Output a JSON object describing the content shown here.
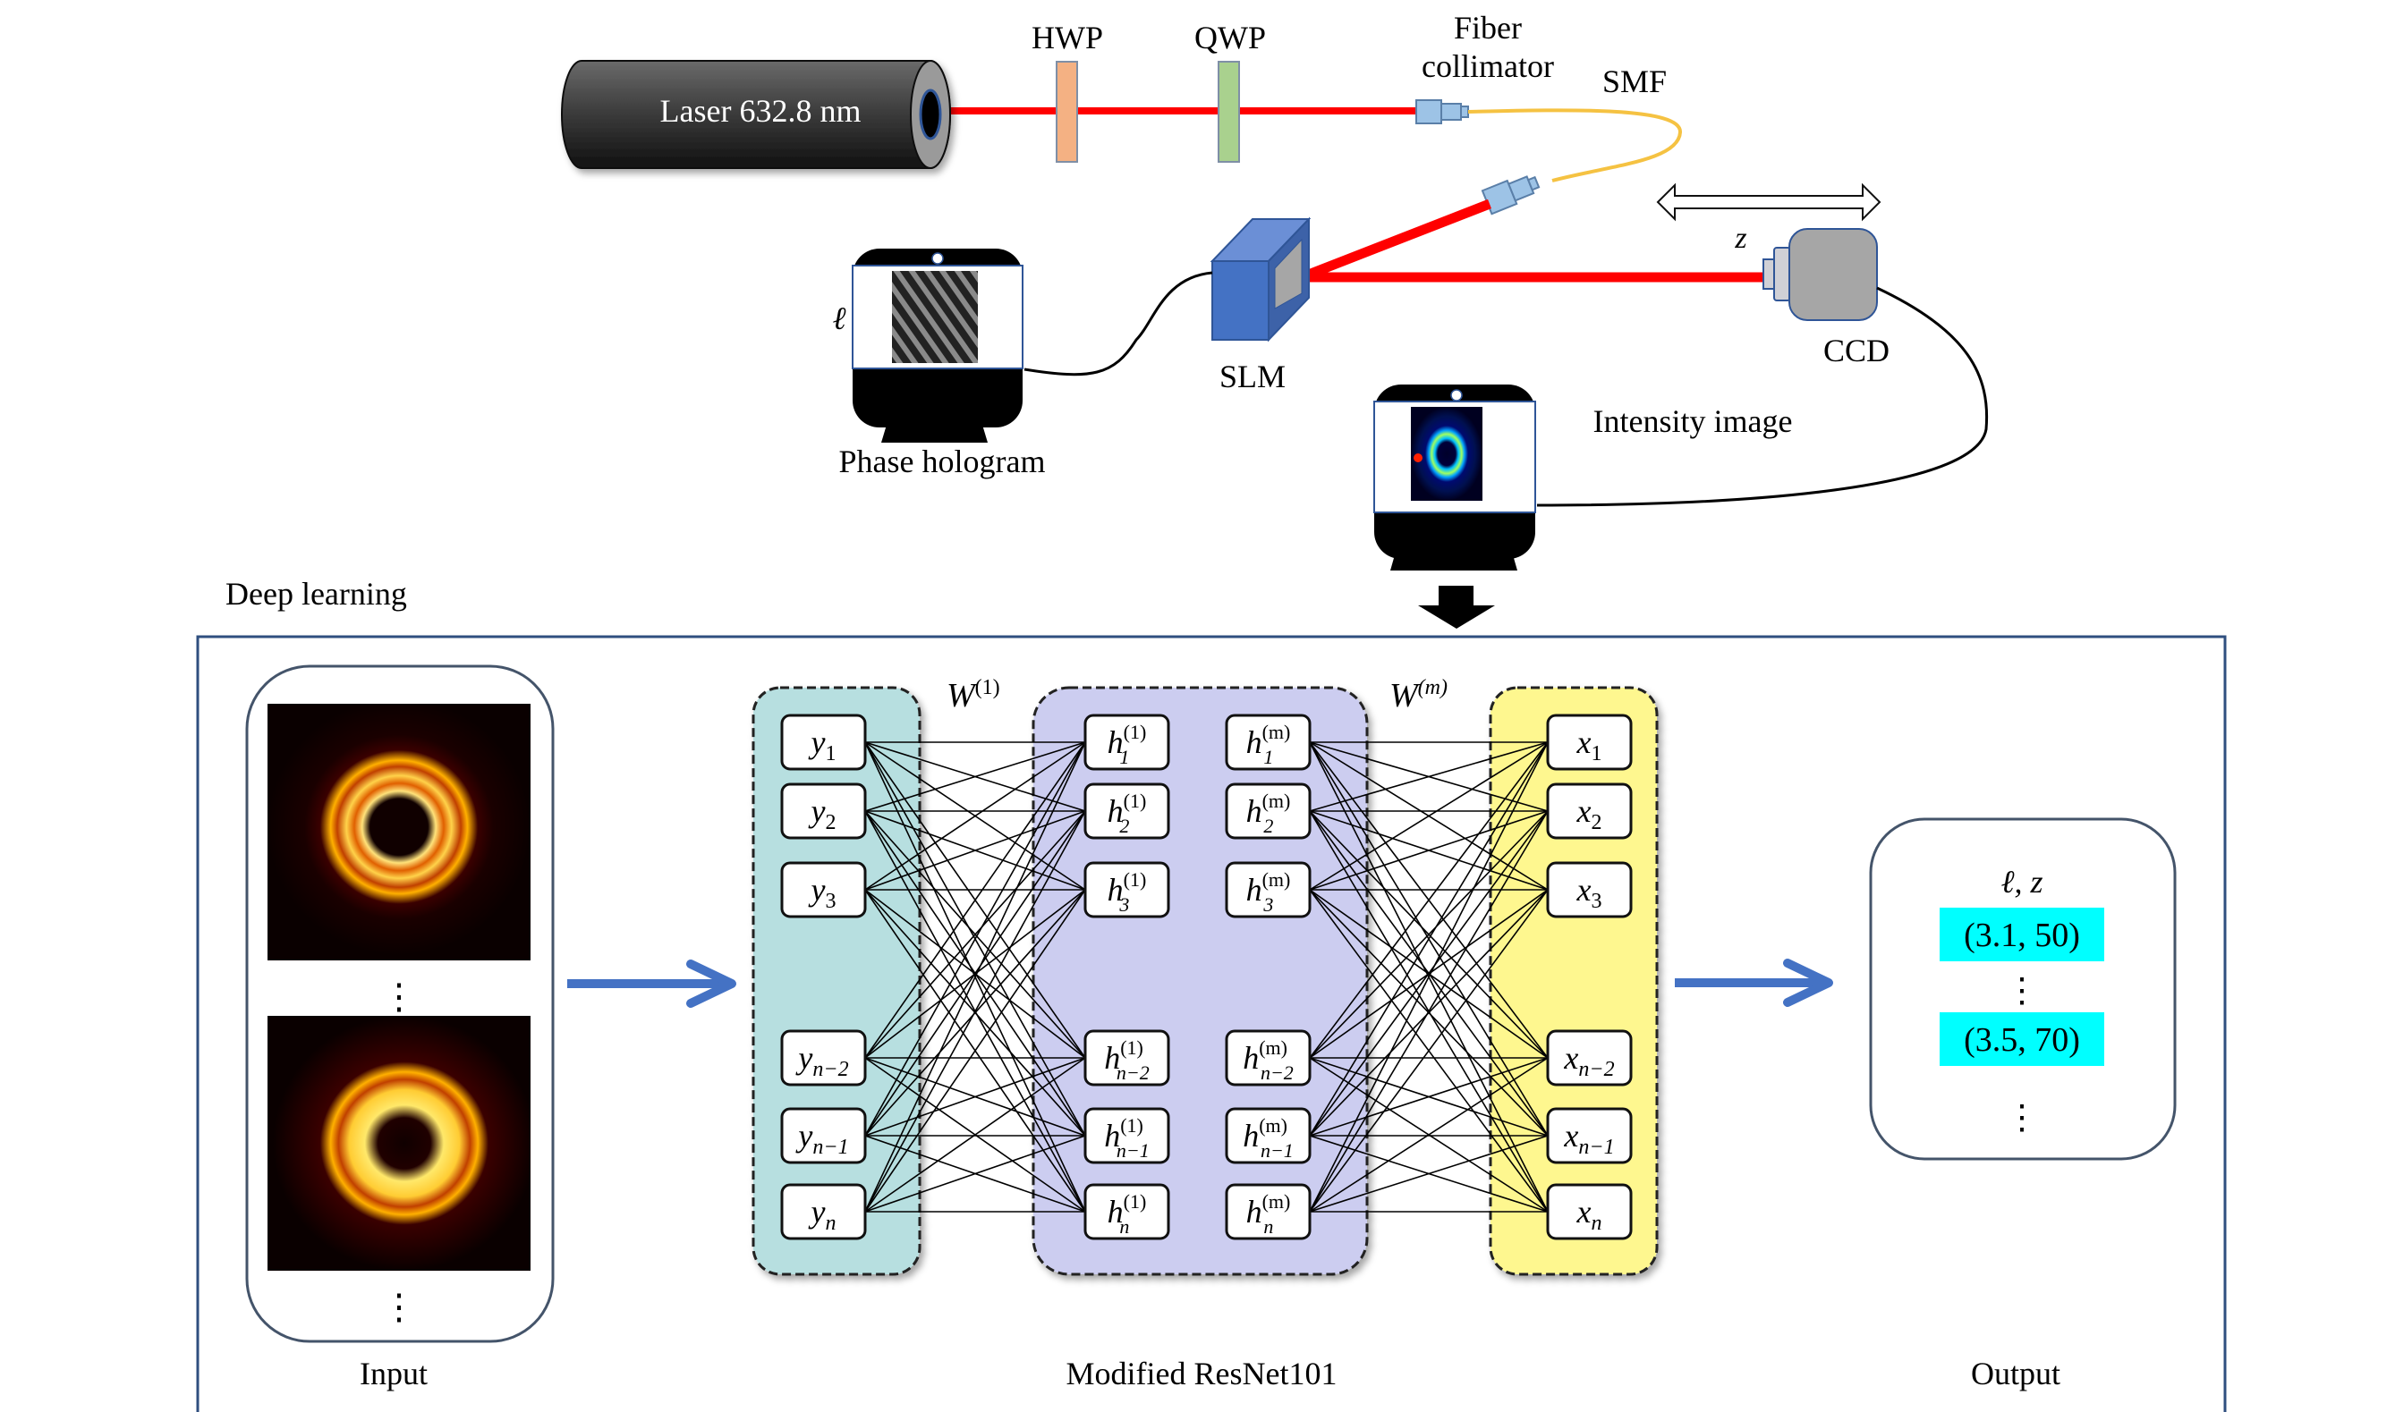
{
  "setup": {
    "laser_label": "Laser 632.8 nm",
    "hwp_label": "HWP",
    "qwp_label": "QWP",
    "fiber_collimator_label_line1": "Fiber",
    "fiber_collimator_label_line2": "collimator",
    "smf_label": "SMF",
    "slm_label": "SLM",
    "ccd_label": "CCD",
    "z_label": "z",
    "ell_label": "ℓ",
    "phase_hologram_label": "Phase hologram",
    "intensity_image_label": "Intensity image",
    "colors": {
      "beam": "#ff0000",
      "fiber": "#f5c242",
      "hwp": "#f4b183",
      "qwp": "#a9d18e",
      "slm": "#4472c4",
      "ccd": "#a6a6a6",
      "collimator": "#9dc3e6"
    }
  },
  "deep_learning": {
    "section_label": "Deep learning",
    "input_label": "Input",
    "network_label": "Modified ResNet101",
    "output_label": "Output",
    "weight_labels": {
      "first": "W",
      "first_sup": "(1)",
      "last": "W",
      "last_sup": "(m)"
    },
    "input_layer": [
      {
        "base": "y",
        "sub": "1"
      },
      {
        "base": "y",
        "sub": "2"
      },
      {
        "base": "y",
        "sub": "3"
      },
      {
        "base": "y",
        "sub": "n−2"
      },
      {
        "base": "y",
        "sub": "n−1"
      },
      {
        "base": "y",
        "sub": "n"
      }
    ],
    "hidden_first": [
      {
        "base": "h",
        "sub": "1",
        "sup": "(1)"
      },
      {
        "base": "h",
        "sub": "2",
        "sup": "(1)"
      },
      {
        "base": "h",
        "sub": "3",
        "sup": "(1)"
      },
      {
        "base": "h",
        "sub": "n−2",
        "sup": "(1)"
      },
      {
        "base": "h",
        "sub": "n−1",
        "sup": "(1)"
      },
      {
        "base": "h",
        "sub": "n",
        "sup": "(1)"
      }
    ],
    "hidden_last": [
      {
        "base": "h",
        "sub": "1",
        "sup": "(m)"
      },
      {
        "base": "h",
        "sub": "2",
        "sup": "(m)"
      },
      {
        "base": "h",
        "sub": "3",
        "sup": "(m)"
      },
      {
        "base": "h",
        "sub": "n−2",
        "sup": "(m)"
      },
      {
        "base": "h",
        "sub": "n−1",
        "sup": "(m)"
      },
      {
        "base": "h",
        "sub": "n",
        "sup": "(m)"
      }
    ],
    "output_layer": [
      {
        "base": "x",
        "sub": "1"
      },
      {
        "base": "x",
        "sub": "2"
      },
      {
        "base": "x",
        "sub": "3"
      },
      {
        "base": "x",
        "sub": "n−2"
      },
      {
        "base": "x",
        "sub": "n−1"
      },
      {
        "base": "x",
        "sub": "n"
      }
    ],
    "output_header": "ℓ, z",
    "output_values": [
      "(3.1, 50)",
      "(3.5, 70)"
    ],
    "ellipsis": "⋮",
    "colors": {
      "input_layer_bg": "#b7dfe0",
      "hidden_bg": "#cccdf0",
      "output_layer_bg": "#fef78f",
      "arrow": "#4472c4",
      "frame": "#2f4f7f",
      "value_highlight": "#00ffff"
    }
  }
}
